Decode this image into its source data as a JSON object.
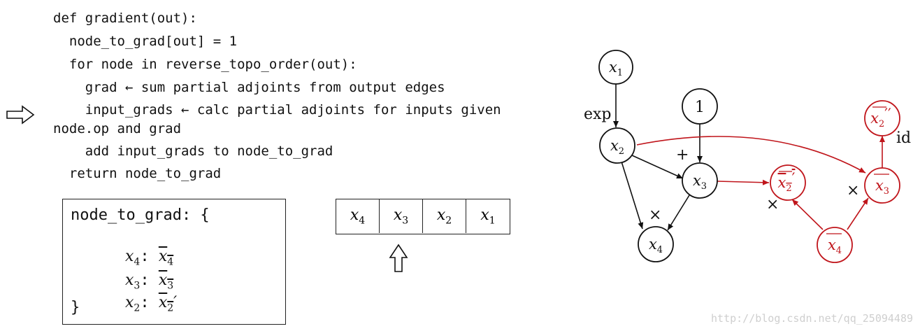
{
  "code": [
    "def gradient(out):",
    "  node_to_grad[out] = 1",
    "  for node in reverse_topo_order(out):",
    "    grad ← sum partial adjoints from output edges",
    "    input_grads ← calc partial adjoints for inputs given",
    "node.op and grad",
    "    add input_grads to node_to_grad",
    "  return node_to_grad"
  ],
  "dict_box": {
    "open": "node_to_grad: {",
    "entries": [
      {
        "key_var": "x",
        "key_sub": "4",
        "sep": ": ",
        "val_var": "x",
        "val_sub": "4",
        "prime": ""
      },
      {
        "key_var": "x",
        "key_sub": "3",
        "sep": ": ",
        "val_var": "x",
        "val_sub": "3",
        "prime": ""
      },
      {
        "key_var": "x",
        "key_sub": "2",
        "sep": ": ",
        "val_var": "x",
        "val_sub": "2",
        "prime": "′"
      }
    ],
    "close": "}"
  },
  "queue": [
    {
      "var": "x",
      "sub": "4"
    },
    {
      "var": "x",
      "sub": "3"
    },
    {
      "var": "x",
      "sub": "2"
    },
    {
      "var": "x",
      "sub": "1"
    }
  ],
  "graph": {
    "colors": {
      "black": "#111111",
      "red": "#c0151b"
    },
    "nodes": {
      "x1": {
        "var": "x",
        "sub": "1"
      },
      "one": {
        "text": "1"
      },
      "x2": {
        "var": "x",
        "sub": "2"
      },
      "x3": {
        "var": "x",
        "sub": "3"
      },
      "x4": {
        "var": "x",
        "sub": "4"
      },
      "x2p": {
        "var": "x",
        "sub": "2",
        "prime": "′"
      },
      "x3bar": {
        "var": "x",
        "sub": "3"
      },
      "x4bar": {
        "var": "x",
        "sub": "4"
      },
      "x2pp": {
        "var": "x",
        "sub": "2",
        "prime": "′′"
      }
    },
    "labels": {
      "exp": "exp",
      "plus": "+",
      "times_x4": "×",
      "times_x2p": "×",
      "times_x3bar": "×",
      "id": "id"
    }
  },
  "watermark": "http://blog.csdn.net/qq_25094489"
}
